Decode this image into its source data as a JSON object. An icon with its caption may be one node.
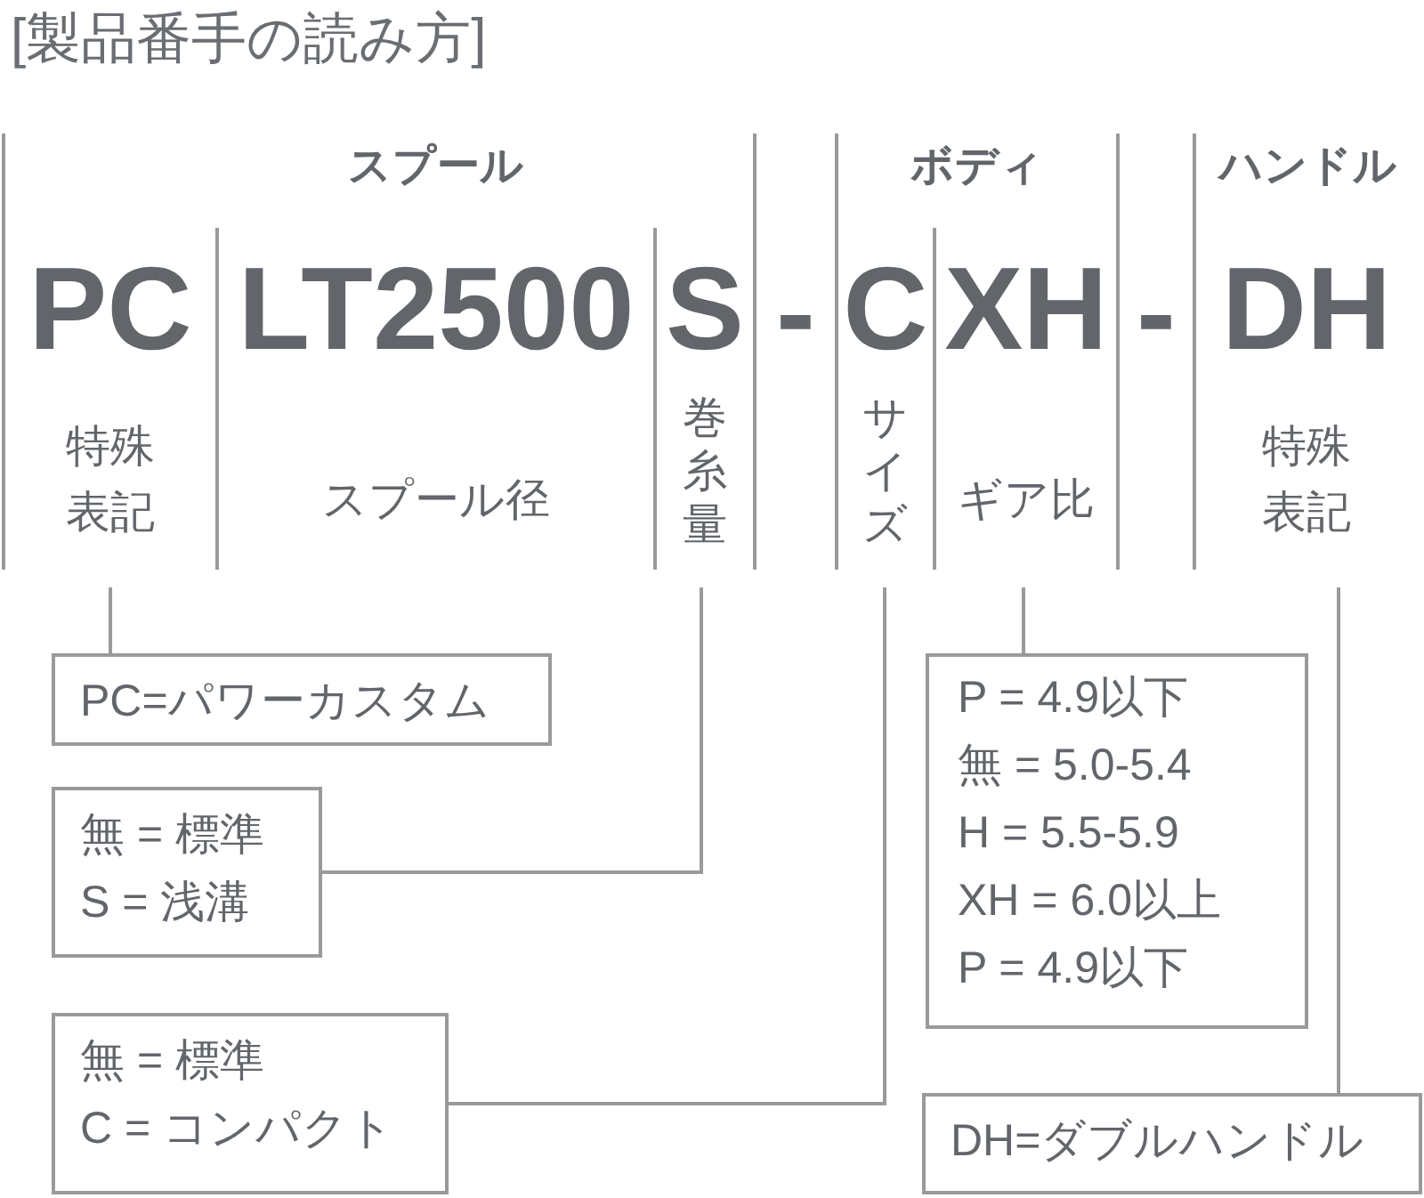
{
  "diagram": {
    "title": "[製品番手の読み方]",
    "nodes": [
      {
        "text": [
          "PC",
          "特殊表記"
        ]
      },
      {
        "text": [
          "LT2500",
          "スプール径"
        ]
      },
      {
        "text": [
          "S",
          "巻糸量"
        ]
      },
      {
        "text": [
          "C",
          "サイズ"
        ]
      },
      {
        "text": [
          "XH",
          "ギア比"
        ]
      },
      {
        "text": [
          "DH",
          "特殊表記"
        ]
      },
      {
        "text": [
          "PC=パワーカスタム"
        ]
      },
      {
        "text": [
          "無 = 標準",
          "S = 浅溝"
        ]
      },
      {
        "text": [
          "無 = 標準",
          "C = コンパクト"
        ]
      },
      {
        "text": [
          "P = 4.9以下",
          "無 = 5.0-5.4",
          "H = 5.5-5.9",
          "XH = 6.0以上",
          "P = 4.9以下"
        ]
      },
      {
        "text": [
          "DH=ダブルハンドル"
        ]
      }
    ],
    "edges": [
      {
        "from": 0,
        "to": 6,
        "arrow": "none"
      },
      {
        "from": 2,
        "to": 7,
        "arrow": "none"
      },
      {
        "from": 3,
        "to": 8,
        "arrow": "none"
      },
      {
        "from": 4,
        "to": 9,
        "arrow": "none"
      },
      {
        "from": 5,
        "to": 10,
        "arrow": "none"
      }
    ],
    "labels": [
      "スプール",
      "ボディ",
      "ハンドル",
      "-",
      "-"
    ]
  }
}
